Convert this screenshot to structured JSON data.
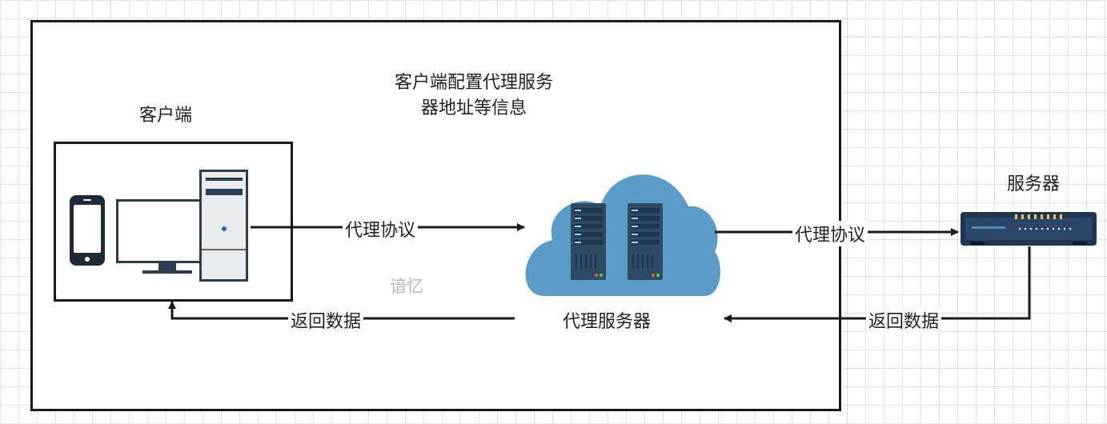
{
  "nodes": {
    "client": {
      "title": "客户端"
    },
    "config_note": {
      "line1": "客户端配置代理服务",
      "line2": "器地址等信息"
    },
    "proxy": {
      "title": "代理服务器"
    },
    "server": {
      "title": "服务器"
    }
  },
  "edges": {
    "client_to_proxy": "代理协议",
    "proxy_to_server": "代理协议",
    "server_to_proxy": "返回数据",
    "proxy_to_client": "返回数据"
  },
  "watermark": "谙忆",
  "colors": {
    "cloud": "#5c9cc9",
    "server_rack": "#2f4a63",
    "line": "#1a1a1a",
    "router": "#1f3550",
    "router_led": "#f2c14e",
    "pc_light": "#e9ecef",
    "pc_dark": "#2d3e50"
  }
}
